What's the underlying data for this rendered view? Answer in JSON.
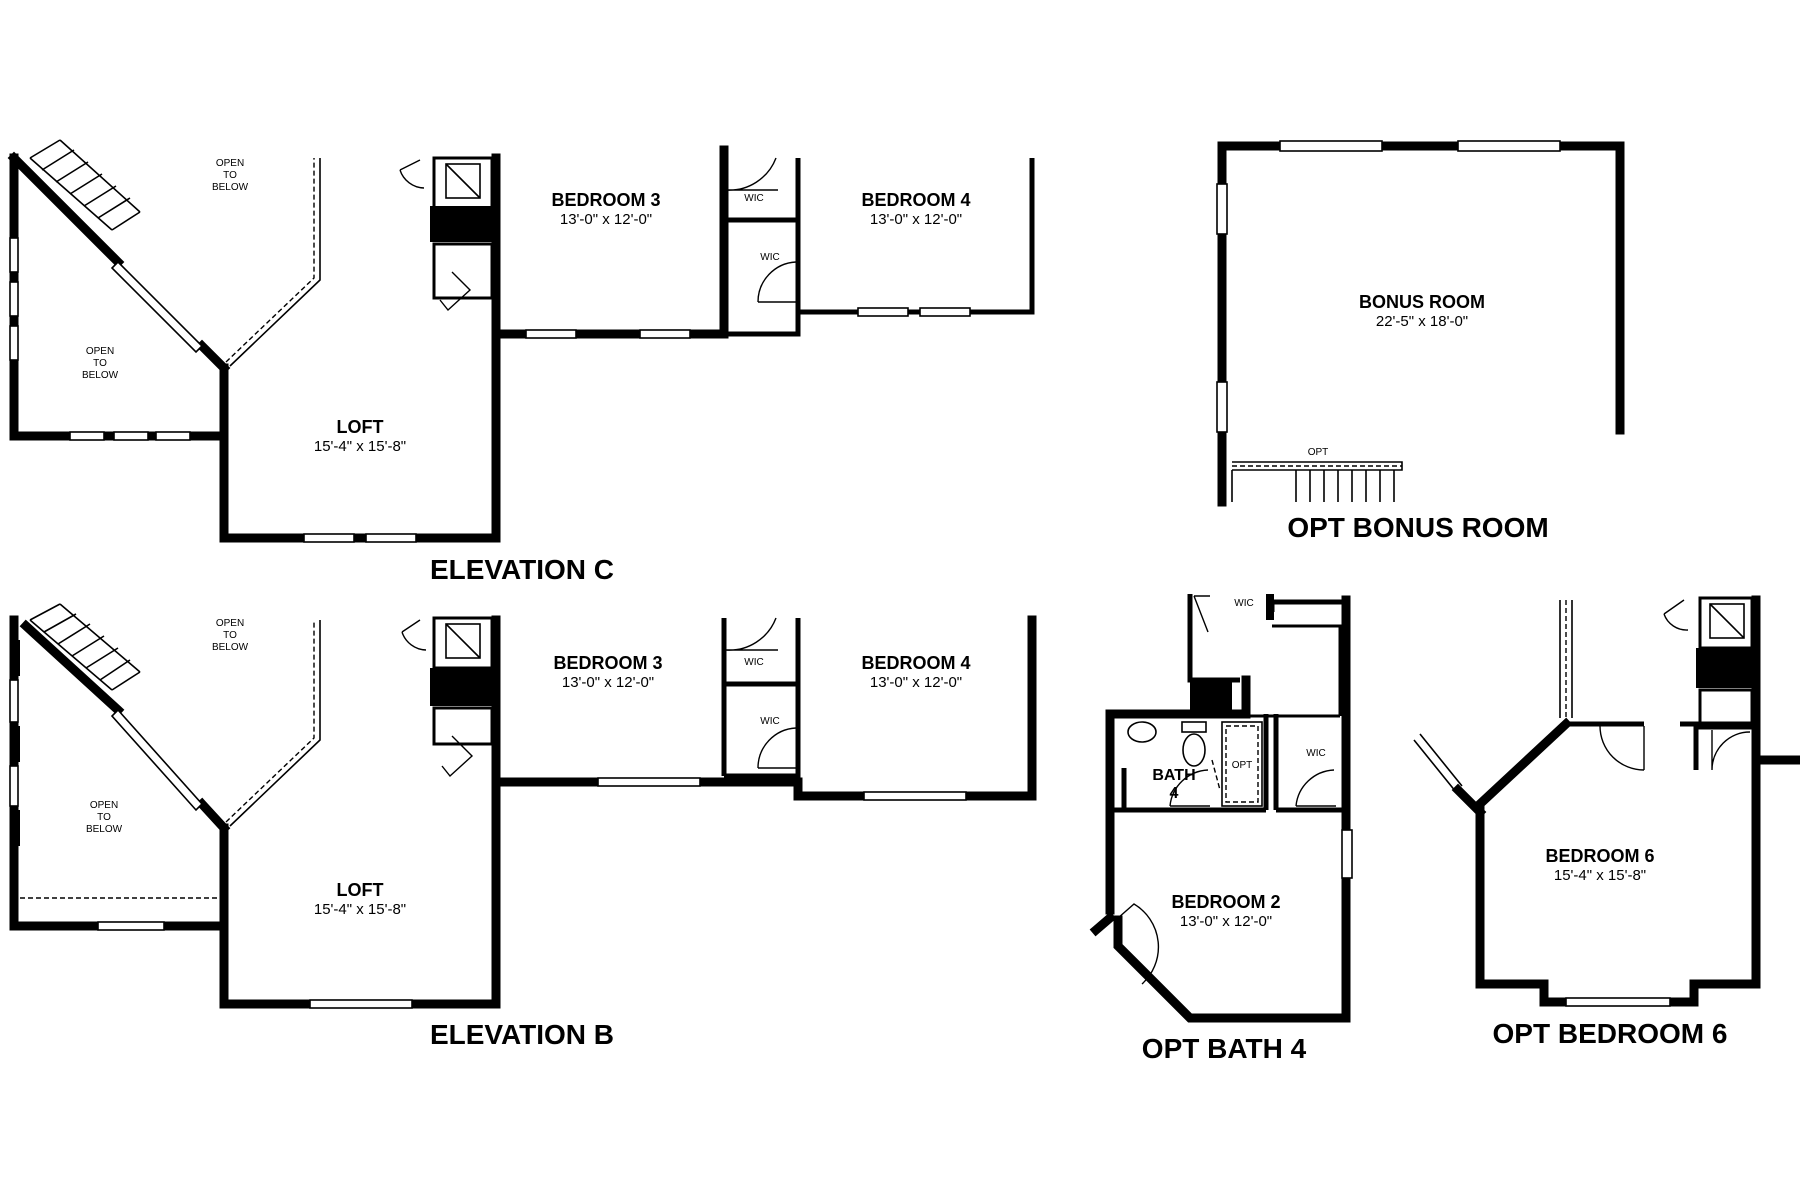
{
  "plans": {
    "elevation_c": {
      "title": "ELEVATION C",
      "loft": {
        "name": "LOFT",
        "dims": "15'-4\" x 15'-8\""
      },
      "bedroom3": {
        "name": "BEDROOM 3",
        "dims": "13'-0\" x 12'-0\""
      },
      "bedroom4": {
        "name": "BEDROOM 4",
        "dims": "13'-0\" x 12'-0\""
      },
      "wic_upper": "WIC",
      "wic_lower": "WIC",
      "open_top": [
        "OPEN",
        "TO",
        "BELOW"
      ],
      "open_left": [
        "OPEN",
        "TO",
        "BELOW"
      ]
    },
    "elevation_b": {
      "title": "ELEVATION B",
      "loft": {
        "name": "LOFT",
        "dims": "15'-4\" x 15'-8\""
      },
      "bedroom3": {
        "name": "BEDROOM 3",
        "dims": "13'-0\" x 12'-0\""
      },
      "bedroom4": {
        "name": "BEDROOM 4",
        "dims": "13'-0\" x 12'-0\""
      },
      "wic_upper": "WIC",
      "wic_lower": "WIC",
      "open_top": [
        "OPEN",
        "TO",
        "BELOW"
      ],
      "open_left": [
        "OPEN",
        "TO",
        "BELOW"
      ]
    },
    "opt_bonus_room": {
      "title": "OPT BONUS ROOM",
      "room": {
        "name": "BONUS ROOM",
        "dims": "22'-5\" x 18'-0\""
      },
      "opt_label": "OPT"
    },
    "opt_bath_4": {
      "title": "OPT BATH 4",
      "bath": [
        "BATH",
        "4"
      ],
      "bedroom2": {
        "name": "BEDROOM 2",
        "dims": "13'-0\" x 12'-0\""
      },
      "wic_top": "WIC",
      "wic_right": "WIC",
      "shower_opt": "OPT"
    },
    "opt_bedroom_6": {
      "title": "OPT BEDROOM 6",
      "bedroom6": {
        "name": "BEDROOM 6",
        "dims": "15'-4\" x 15'-8\""
      }
    }
  },
  "colors": {
    "wall": "#000000",
    "background": "#ffffff"
  }
}
